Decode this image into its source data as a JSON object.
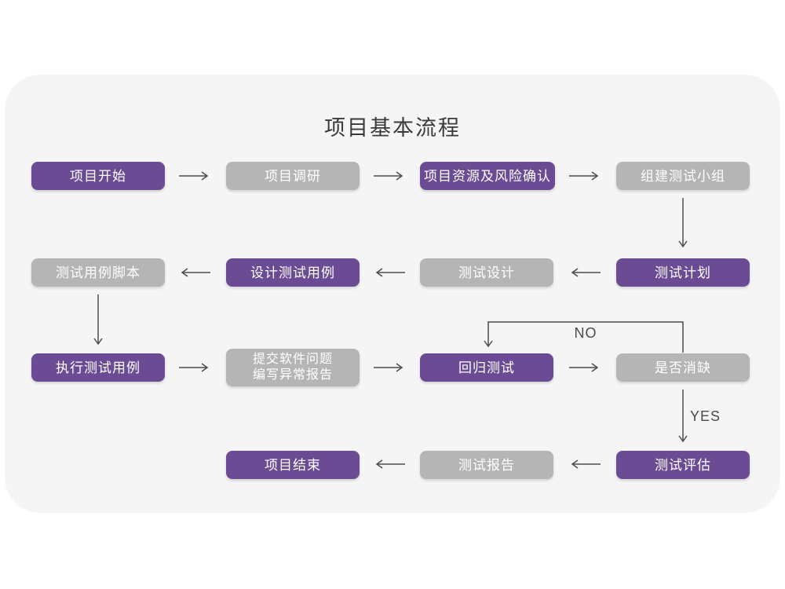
{
  "title": "项目基本流程",
  "colors": {
    "purple": "#6b4c94",
    "gray": "#b5b5b5",
    "card_bg": "#f5f5f6",
    "arrow": "#4d4d4d",
    "node_text": "#ffffff"
  },
  "nodes": [
    {
      "id": "project-start",
      "label": "项目开始",
      "variant": "purple"
    },
    {
      "id": "project-research",
      "label": "项目调研",
      "variant": "gray"
    },
    {
      "id": "resources-and-risk",
      "label": "项目资源及风险确认",
      "variant": "purple"
    },
    {
      "id": "build-test-team",
      "label": "组建测试小组",
      "variant": "gray"
    },
    {
      "id": "test-case-script",
      "label": "测试用例脚本",
      "variant": "gray"
    },
    {
      "id": "design-test-case",
      "label": "设计测试用例",
      "variant": "purple"
    },
    {
      "id": "test-design",
      "label": "测试设计",
      "variant": "gray"
    },
    {
      "id": "test-plan",
      "label": "测试计划",
      "variant": "purple"
    },
    {
      "id": "execute-test-case",
      "label": "执行测试用例",
      "variant": "purple"
    },
    {
      "id": "submit-issue-report",
      "label": "提交软件问题\n编写异常报告",
      "variant": "gray"
    },
    {
      "id": "regression-test",
      "label": "回归测试",
      "variant": "purple"
    },
    {
      "id": "defect-resolved",
      "label": "是否消缺",
      "variant": "gray"
    },
    {
      "id": "project-end",
      "label": "项目结束",
      "variant": "purple"
    },
    {
      "id": "test-report",
      "label": "测试报告",
      "variant": "gray"
    },
    {
      "id": "test-evaluation",
      "label": "测试评估",
      "variant": "purple"
    }
  ],
  "edge_labels": {
    "no": "NO",
    "yes": "YES"
  }
}
